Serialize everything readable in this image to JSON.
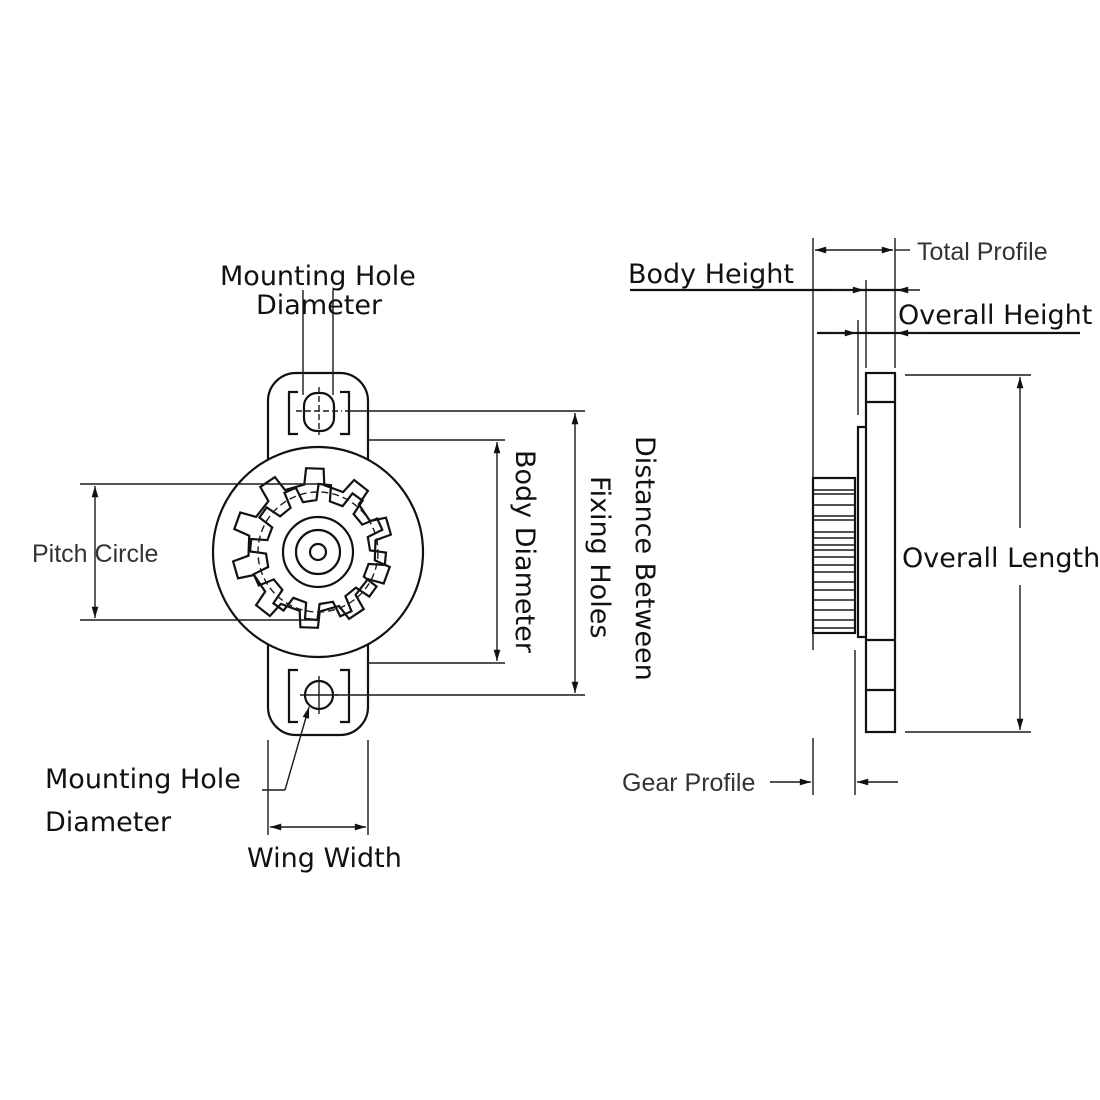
{
  "front_view": {
    "mounting_hole_top": [
      "Mounting Hole",
      "Diameter"
    ],
    "pitch_circle": "Pitch Circle",
    "body_diameter": "Body Diameter",
    "distance_between": [
      "Distance Between",
      "Fixing Holes"
    ],
    "mounting_hole_bottom": [
      "Mounting Hole",
      "Diameter"
    ],
    "wing_width": "Wing Width"
  },
  "side_view": {
    "total_profile": "Total Profile",
    "body_height": "Body Height",
    "overall_height": "Overall Height",
    "overall_length": "Overall Length",
    "gear_profile": "Gear Profile"
  }
}
